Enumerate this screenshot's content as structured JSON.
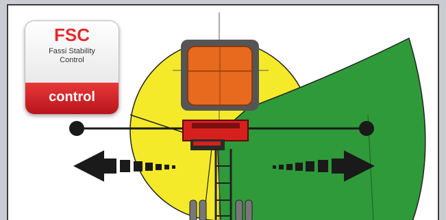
{
  "badge": {
    "title": "FSC",
    "subtitle_line1": "Fassi Stability",
    "subtitle_line2": "Control",
    "mode": "control"
  },
  "colors": {
    "yellow_zone": "#f4ea2a",
    "green_zone": "#2f9a3a",
    "cab": "#e86a1e",
    "crane": "#d6201e",
    "arrows": "#1a1a1a",
    "badge_red": "#d9262b"
  },
  "icons": [
    "left-arrow-icon",
    "right-arrow-icon",
    "boom-end-dot-icon"
  ]
}
